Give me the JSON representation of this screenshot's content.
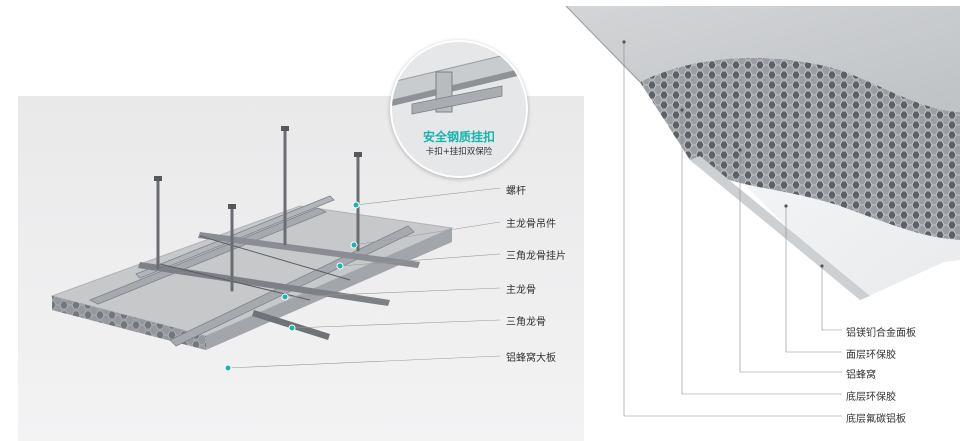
{
  "ceiling_callouts": {
    "screw_rod": "螺杆",
    "main_keel_hanger": "主龙骨吊件",
    "triangle_keel_clip": "三角龙骨挂片",
    "main_keel": "主龙骨",
    "triangle_keel": "三角龙骨",
    "honeycomb_panel": "铝蜂窝大板"
  },
  "bubble": {
    "title": "安全钢质挂扣",
    "subtitle": "卡扣+挂扣双保险"
  },
  "layer_callouts": {
    "face_panel": "铝镁钔合金面板",
    "face_adhesive": "面层环保胶",
    "honeycomb_core": "铝蜂窝",
    "bottom_adhesive": "底层环保胶",
    "bottom_panel": "底层氟碳铝板"
  },
  "colors": {
    "accent": "#17b5b0",
    "panel_gray": "#c9cbcd",
    "metal": "#a9adb1"
  }
}
